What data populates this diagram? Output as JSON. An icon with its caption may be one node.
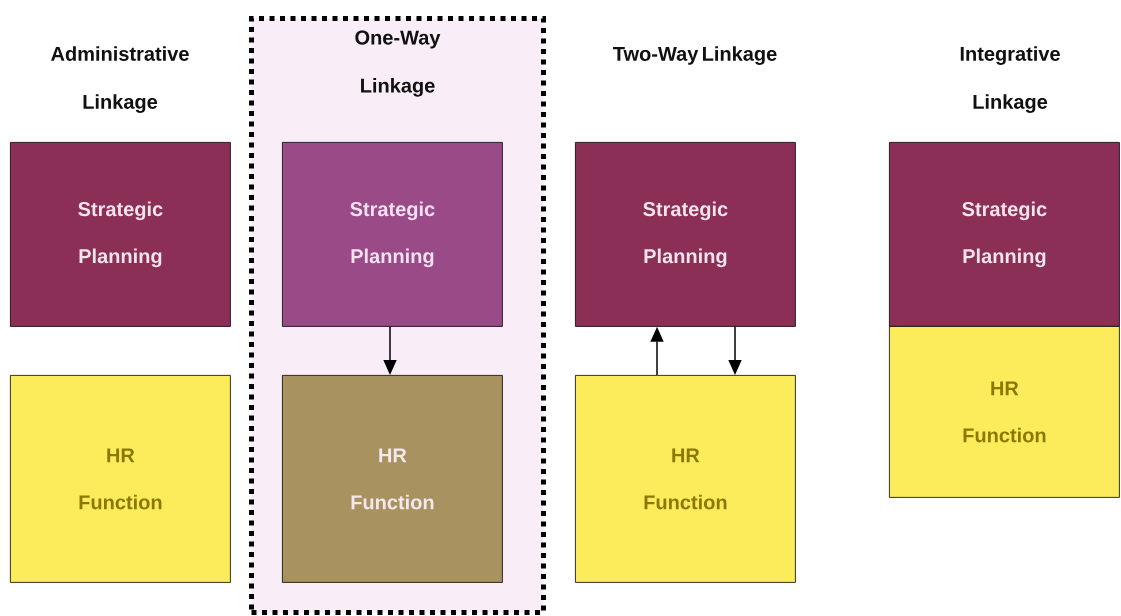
{
  "diagram": {
    "nodes": [
      {
        "text": [
          "Strategic Planning"
        ]
      },
      {
        "text": [
          "HR Function"
        ]
      },
      {
        "text": [
          "One-Way Linkage"
        ]
      },
      {
        "text": [
          "Strategic Planning"
        ],
        "in": 2
      },
      {
        "text": [
          "HR Function"
        ],
        "in": 2
      },
      {
        "text": [
          "Strategic Planning"
        ]
      },
      {
        "text": [
          "HR Function"
        ]
      },
      {
        "text": [
          "Strategic Planning"
        ]
      },
      {
        "text": [
          "HR Function"
        ]
      }
    ],
    "edges": [
      {
        "from": 3,
        "to": 4,
        "arrow": "to"
      },
      {
        "from": 6,
        "to": 5,
        "arrow": "to"
      },
      {
        "from": 5,
        "to": 6,
        "arrow": "to"
      }
    ],
    "labels": [
      "Administrative Linkage",
      "Two-Way Linkage",
      "Integrative Linkage"
    ]
  }
}
